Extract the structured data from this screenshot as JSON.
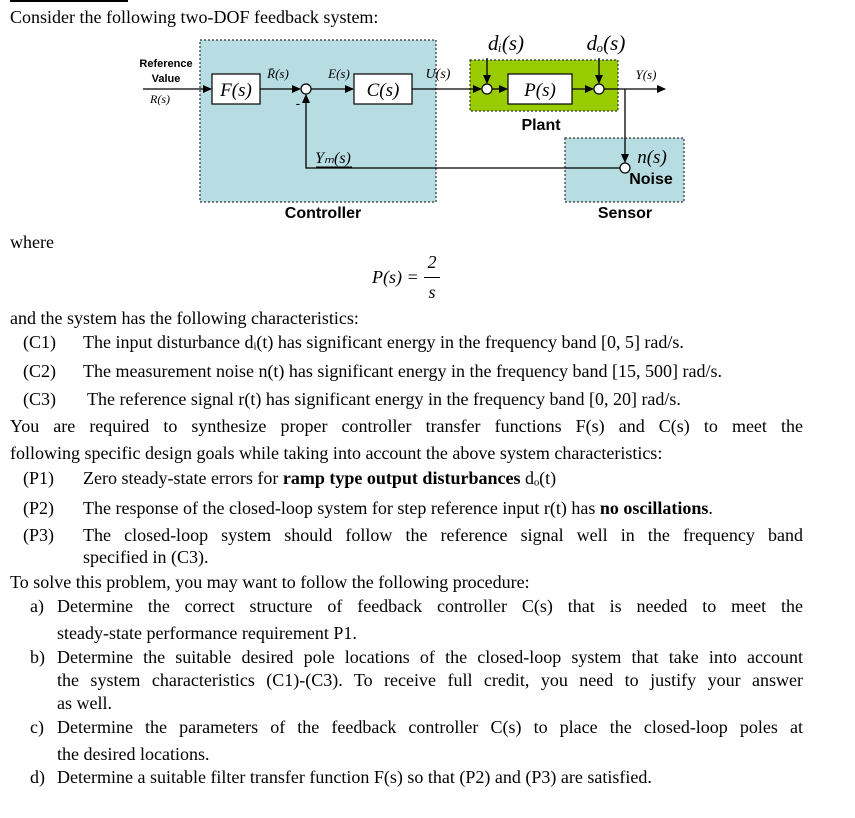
{
  "intro": "Consider the following two-DOF feedback system:",
  "diagram": {
    "reference_label_1": "Reference",
    "reference_label_2": "Value",
    "R": "R(s)",
    "F": "F(s)",
    "Rbar": "R̄(s)",
    "E": "E(s)",
    "C": "C(s)",
    "U": "U(s)",
    "P": "P(s)",
    "Y": "Y(s)",
    "di": "dᵢ(s)",
    "do": "dₒ(s)",
    "Ym": "Yₘ(s)",
    "n": "n(s)",
    "minus": "-",
    "plant": "Plant",
    "noise": "Noise",
    "controller": "Controller",
    "sensor": "Sensor",
    "colors": {
      "controller_fill": "#b7dde3",
      "plant_fill": "#99cc00"
    }
  },
  "where": "where",
  "equation": {
    "lhs": "P(s) =",
    "num": "2",
    "den": "s"
  },
  "characteristics_intro": "and the system has the following characteristics:",
  "characteristics": [
    {
      "tag": "(C1)",
      "text": "The input disturbance dᵢ(t) has significant energy in the frequency band [0, 5] rad/s."
    },
    {
      "tag": "(C2)",
      "text": "The measurement noise n(t) has significant energy in the frequency band [15, 500] rad/s."
    },
    {
      "tag": "(C3)",
      "text": "The reference signal r(t) has significant energy in the frequency band [0, 20] rad/s."
    }
  ],
  "synth_line1": "You are required to synthesize proper controller transfer functions F(s) and C(s) to meet the",
  "synth_line2": "following specific design goals while taking into account the above system characteristics:",
  "goals": {
    "p1_tag": "(P1)",
    "p1_pre": "Zero steady-state errors for ",
    "p1_bold": "ramp type output disturbances",
    "p1_post": " dₒ(t)",
    "p2_tag": "(P2)",
    "p2_pre": "The response of the closed-loop system for step reference input r(t) has ",
    "p2_bold": "no oscillations",
    "p2_post": ".",
    "p3_tag": "(P3)",
    "p3_line1": "The closed-loop system should follow the reference signal well in the frequency band",
    "p3_line2": "specified in (C3)."
  },
  "procedure_intro": "To solve this problem, you may want to follow the following procedure:",
  "steps": {
    "a_tag": "a)",
    "a_line1": "Determine the correct structure of feedback controller C(s) that is needed to meet the",
    "a_line2": "steady-state performance requirement P1.",
    "b_tag": "b)",
    "b_line1": "Determine the suitable desired pole locations of the closed-loop system that take into account",
    "b_line2": "the system characteristics (C1)-(C3). To receive full credit, you need to justify your answer",
    "b_line3": "as well.",
    "c_tag": "c)",
    "c_line1": "Determine the parameters of the feedback controller C(s) to place the closed-loop poles at",
    "c_line2": "the desired locations.",
    "d_tag": "d)",
    "d_line1": "Determine a suitable filter transfer function F(s) so that (P2) and (P3) are satisfied."
  }
}
